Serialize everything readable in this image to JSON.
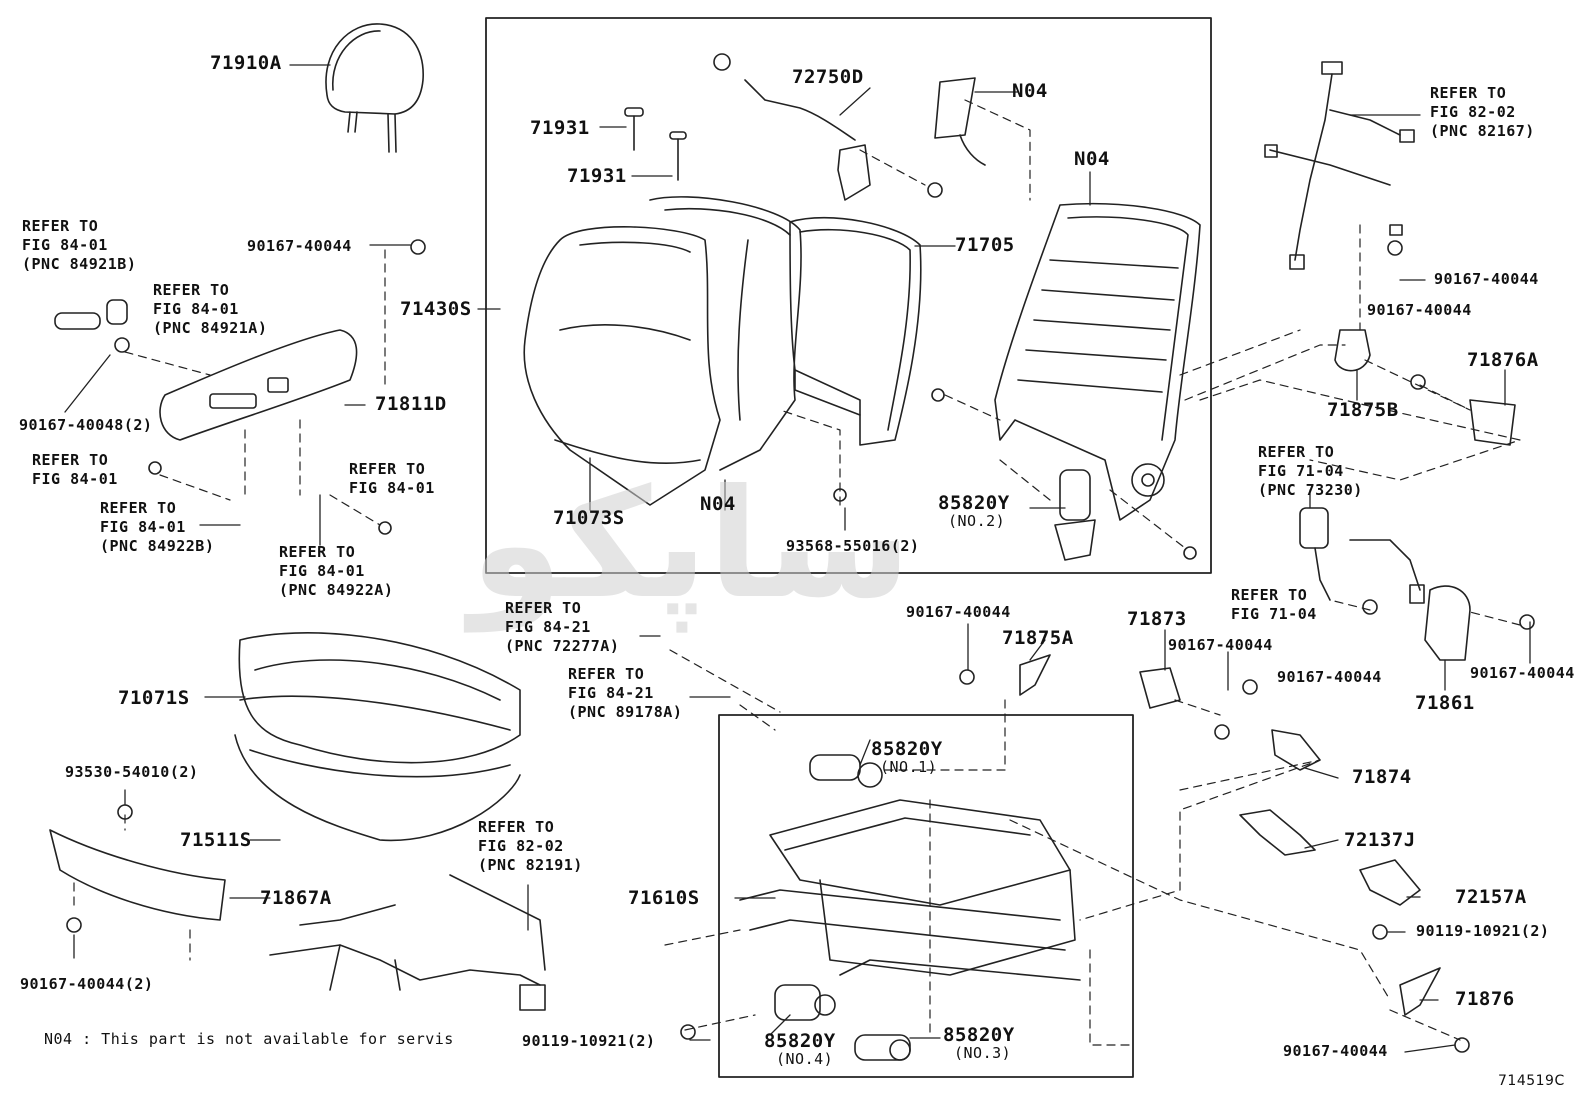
{
  "watermark": "ساپکو",
  "labels": [
    {
      "id": "71910A",
      "text": "71910A",
      "big": true
    },
    {
      "id": "71931a",
      "text": "71931",
      "big": true
    },
    {
      "id": "71931b",
      "text": "71931",
      "big": true
    },
    {
      "id": "72750D",
      "text": "72750D",
      "big": true
    },
    {
      "id": "N04a",
      "text": "N04",
      "big": true
    },
    {
      "id": "N04b",
      "text": "N04",
      "big": true
    },
    {
      "id": "N04c",
      "text": "N04",
      "big": true
    },
    {
      "id": "71705",
      "text": "71705",
      "big": true
    },
    {
      "id": "71430S",
      "text": "71430S",
      "big": true
    },
    {
      "id": "71073S",
      "text": "71073S",
      "big": true
    },
    {
      "id": "85820Y_2",
      "text": "85820Y",
      "big": true
    },
    {
      "id": "no2",
      "text": "(NO.2)",
      "sub": true
    },
    {
      "id": "93568",
      "text": "93568-55016(2)"
    },
    {
      "id": "refer8421b",
      "text": "REFER TO\nFIG 84-01\n(PNC 84921B)"
    },
    {
      "id": "refer8421a",
      "text": "REFER TO\nFIG 84-01\n(PNC 84921A)"
    },
    {
      "id": "90167_40044_top",
      "text": "90167-40044"
    },
    {
      "id": "71811D",
      "text": "71811D",
      "big": true
    },
    {
      "id": "90167_40048",
      "text": "90167-40048(2)"
    },
    {
      "id": "refer8401_left",
      "text": "REFER TO\nFIG 84-01"
    },
    {
      "id": "refer8401_right",
      "text": "REFER TO\nFIG 84-01"
    },
    {
      "id": "refer84922b",
      "text": "REFER TO\nFIG 84-01\n(PNC 84922B)"
    },
    {
      "id": "refer84922a",
      "text": "REFER TO\nFIG 84-01\n(PNC 84922A)"
    },
    {
      "id": "refer8202_top",
      "text": "REFER TO\nFIG 82-02\n(PNC 82167)"
    },
    {
      "id": "90167_r1",
      "text": "90167-40044"
    },
    {
      "id": "90167_r2",
      "text": "90167-40044"
    },
    {
      "id": "71876A",
      "text": "71876A",
      "big": true
    },
    {
      "id": "71875B",
      "text": "71875B",
      "big": true
    },
    {
      "id": "refer7104_pnc",
      "text": "REFER TO\nFIG 71-04\n(PNC 73230)"
    },
    {
      "id": "refer7104",
      "text": "REFER TO\nFIG 71-04"
    },
    {
      "id": "90167_r3",
      "text": "90167-40044"
    },
    {
      "id": "71861",
      "text": "71861",
      "big": true
    },
    {
      "id": "71873",
      "text": "71873",
      "big": true
    },
    {
      "id": "90167_r4",
      "text": "90167-40044"
    },
    {
      "id": "90167_r5",
      "text": "90167-40044"
    },
    {
      "id": "71874",
      "text": "71874",
      "big": true
    },
    {
      "id": "72137J",
      "text": "72137J",
      "big": true
    },
    {
      "id": "72157A",
      "text": "72157A",
      "big": true
    },
    {
      "id": "90119_r",
      "text": "90119-10921(2)"
    },
    {
      "id": "71876",
      "text": "71876",
      "big": true
    },
    {
      "id": "90167_r6",
      "text": "90167-40044"
    },
    {
      "id": "code",
      "text": "714519C",
      "code": true
    },
    {
      "id": "refer8421_72277A",
      "text": "REFER TO\nFIG 84-21\n(PNC 72277A)"
    },
    {
      "id": "refer8421_89178A",
      "text": "REFER TO\nFIG 84-21\n(PNC 89178A)"
    },
    {
      "id": "90167_mid",
      "text": "90167-40044"
    },
    {
      "id": "71875A",
      "text": "71875A",
      "big": true
    },
    {
      "id": "85820Y_1",
      "text": "85820Y",
      "big": true
    },
    {
      "id": "no1",
      "text": "(NO.1)",
      "sub": true
    },
    {
      "id": "71610S",
      "text": "71610S",
      "big": true
    },
    {
      "id": "85820Y_4",
      "text": "85820Y",
      "big": true
    },
    {
      "id": "no4",
      "text": "(NO.4)",
      "sub": true
    },
    {
      "id": "85820Y_3",
      "text": "85820Y",
      "big": true
    },
    {
      "id": "no3",
      "text": "(NO.3)",
      "sub": true
    },
    {
      "id": "90119_mid",
      "text": "90119-10921(2)"
    },
    {
      "id": "71071S",
      "text": "71071S",
      "big": true
    },
    {
      "id": "71511S",
      "text": "71511S",
      "big": true
    },
    {
      "id": "93530",
      "text": "93530-54010(2)"
    },
    {
      "id": "71867A",
      "text": "71867A",
      "big": true
    },
    {
      "id": "90167_left",
      "text": "90167-40044(2)"
    },
    {
      "id": "refer8202_bot",
      "text": "REFER TO\nFIG 82-02\n(PNC 82191)"
    },
    {
      "id": "note",
      "text": "N04 : This part is not available for servis",
      "note": true
    }
  ]
}
